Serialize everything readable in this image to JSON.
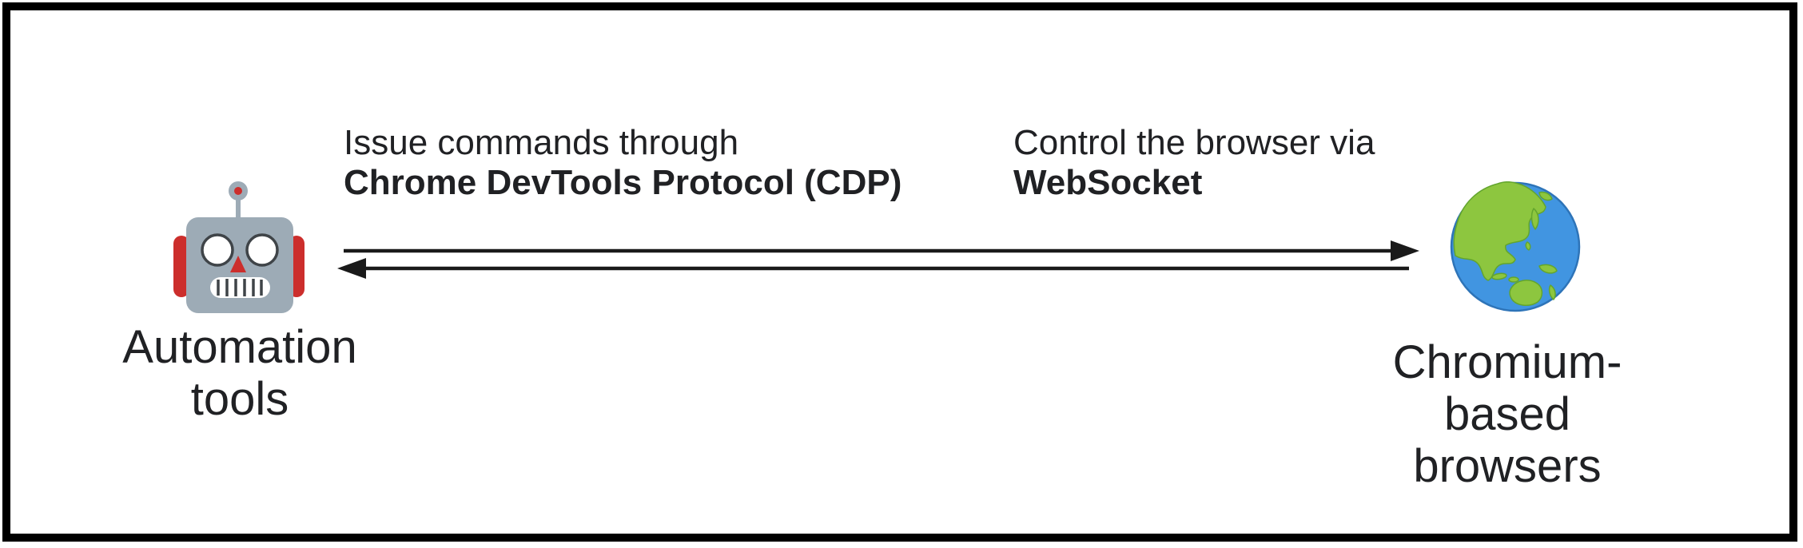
{
  "colors": {
    "text": "#202124",
    "arrow": "#1a1a1a",
    "border": "#000000",
    "robot_head": "#9dabb6",
    "robot_red": "#cc2e2c",
    "robot_eye_outline": "#3f4448",
    "robot_eye_fill": "#ffffff",
    "robot_mouth_fill": "#ffffff",
    "globe_ocean": "#4195e1",
    "globe_land": "#8dc63f",
    "globe_outline": "#2e74b8"
  },
  "nodes": {
    "automation": {
      "icon": "robot",
      "lines": [
        "Automation",
        "tools"
      ]
    },
    "browsers": {
      "icon": "globe",
      "lines": [
        "Chromium-based",
        "browsers"
      ]
    }
  },
  "connections": {
    "to_browser": {
      "annotation": "Issue commands through",
      "annotation_bold": "Chrome DevTools Protocol (CDP)",
      "direction": "left-to-right"
    },
    "to_tools": {
      "annotation": "Control the browser via",
      "annotation_bold": "WebSocket",
      "direction": "right-to-left"
    }
  }
}
